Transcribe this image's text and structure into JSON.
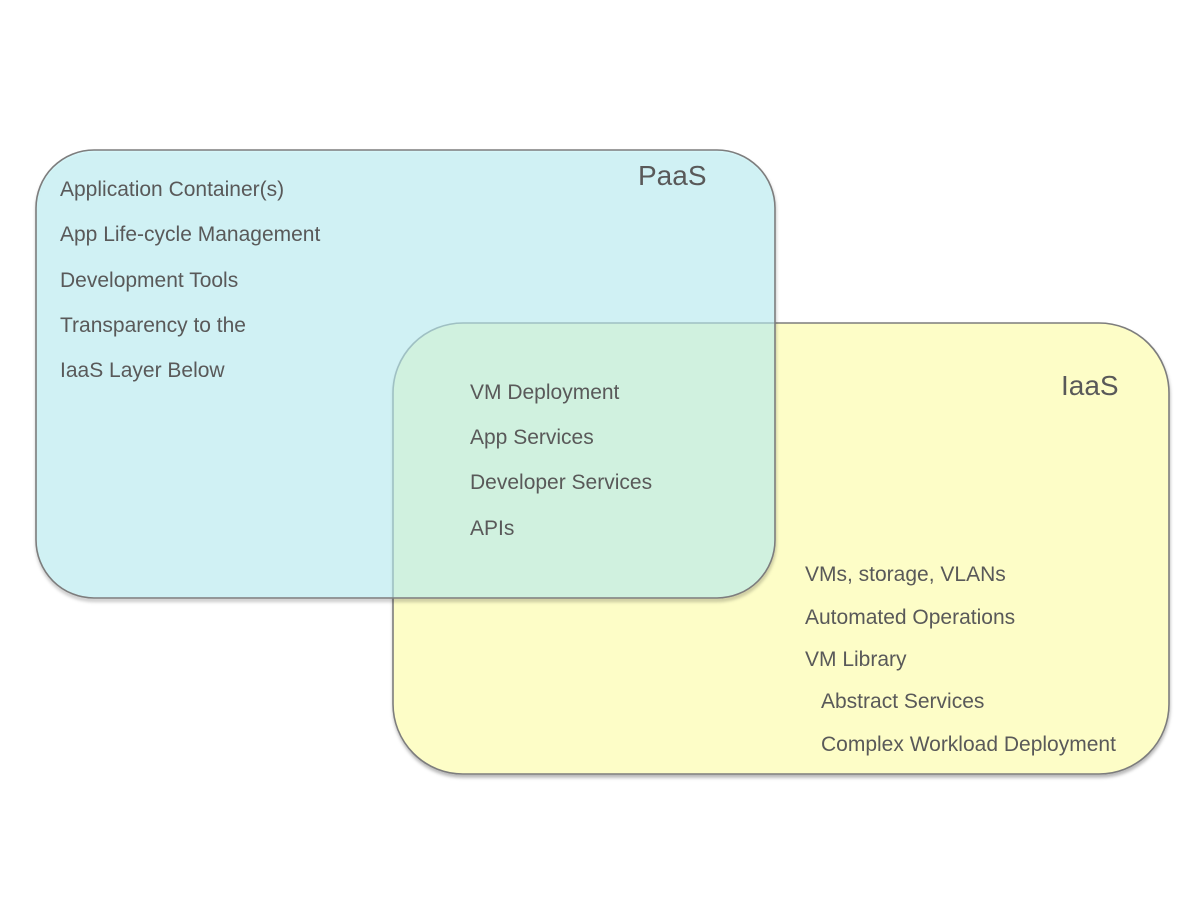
{
  "canvas": {
    "background": "#ffffff"
  },
  "colors": {
    "iaas_fill": "#FDFDC7",
    "paas_fill": "rgba(190,246,252,0.55)",
    "overlap_result_fill": "#DFF9E4",
    "stroke": "#7D7D7D",
    "text": "#595959"
  },
  "paas": {
    "label": "PaaS",
    "items": [
      "Application Container(s)",
      "App Life-cycle Management",
      "Development Tools",
      "Transparency to the",
      "IaaS Layer Below"
    ]
  },
  "overlap": {
    "items": [
      "VM Deployment",
      "App Services",
      "Developer Services",
      "APIs"
    ]
  },
  "iaas": {
    "label": "IaaS",
    "items": [
      "VMs, storage, VLANs",
      "Automated Operations",
      "VM Library",
      "Abstract Services",
      "Complex Workload Deployment"
    ]
  }
}
